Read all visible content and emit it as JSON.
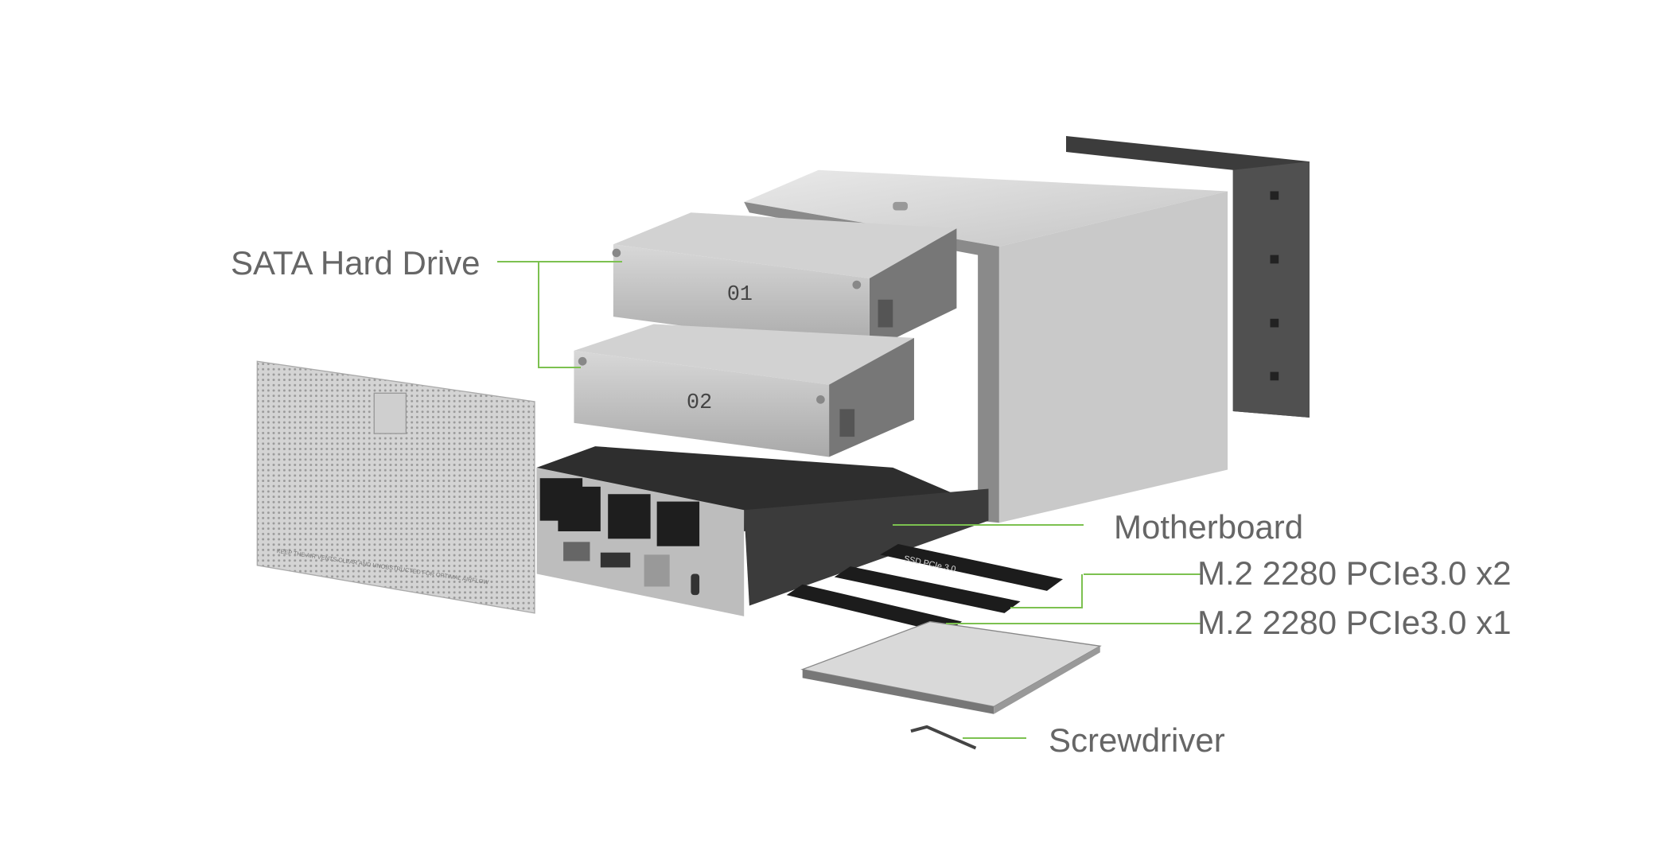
{
  "callouts": {
    "sata_hard_drive": "SATA Hard Drive",
    "motherboard": "Motherboard",
    "m2_x2": "M.2 2280 PCIe3.0 x2",
    "m2_x1": "M.2 2280 PCIe3.0 x1",
    "screwdriver": "Screwdriver"
  },
  "product": {
    "drive_1_label": "01",
    "drive_2_label": "02",
    "ssd_label": "SSD PCIe 3.0",
    "mesh_panel_notice": "KEEP THE AIR VENTS CLEAR AND UNOBSTRUCTED FOR OPTIMAL AIRFLOW"
  },
  "colors": {
    "leader_line": "#7cc150",
    "label_text": "#666666"
  }
}
